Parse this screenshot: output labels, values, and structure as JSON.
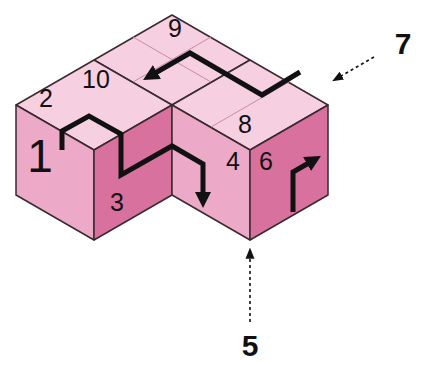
{
  "diagram": {
    "labels": [
      "9",
      "7",
      "10",
      "2",
      "8",
      "1",
      "4",
      "6",
      "3",
      "5"
    ]
  }
}
